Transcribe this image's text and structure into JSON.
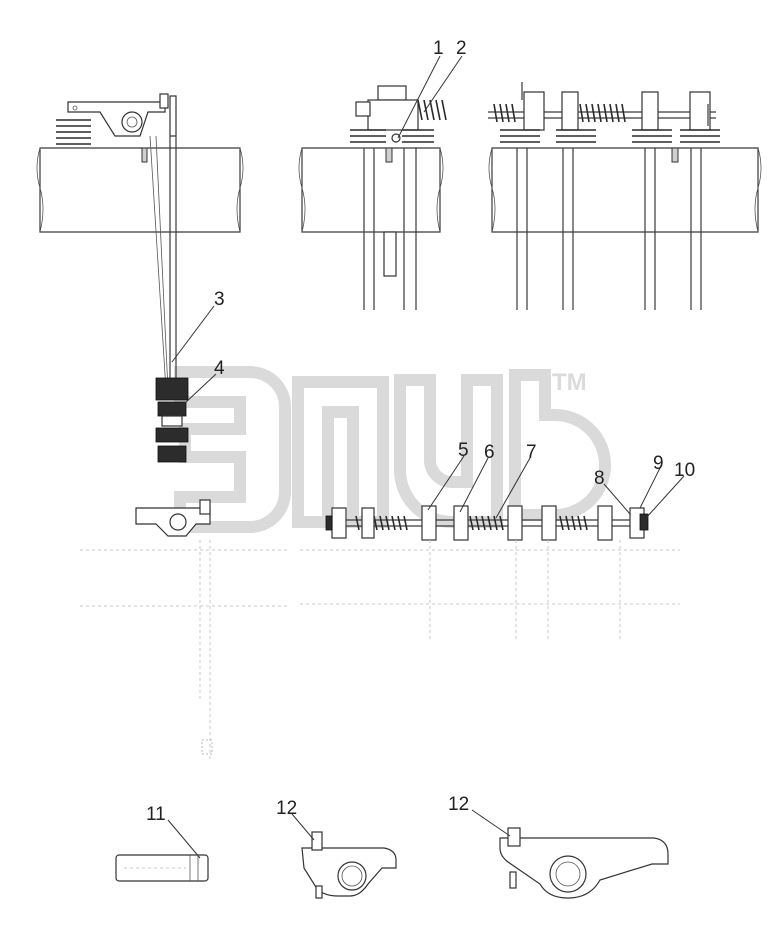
{
  "callouts": [
    "1",
    "2",
    "3",
    "4",
    "5",
    "6",
    "7",
    "8",
    "9",
    "10",
    "11",
    "12",
    "12"
  ],
  "watermark": {
    "trademark": "TM"
  },
  "colors": {
    "line": "#333333",
    "watermark": "#d8d8d8",
    "background": "#ffffff"
  }
}
